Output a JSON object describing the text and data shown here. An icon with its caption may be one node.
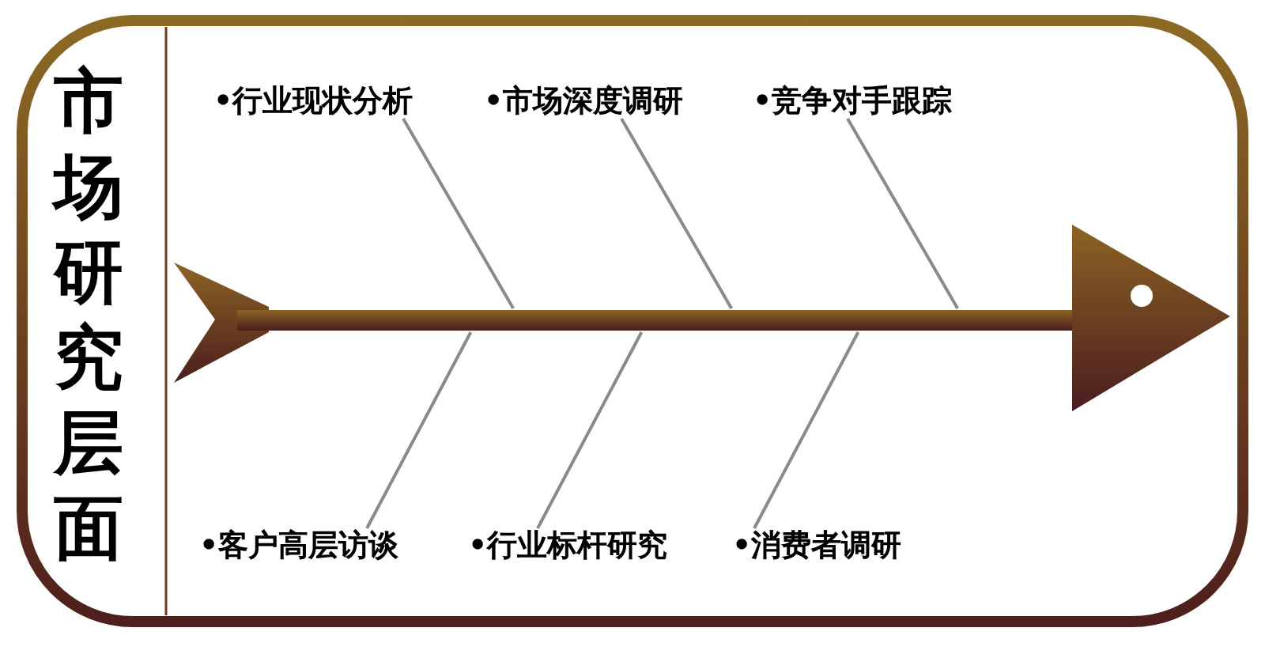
{
  "diagram": {
    "title": "市场研究层面",
    "nodes": [
      {
        "text": [
          "•行业现状分析"
        ]
      },
      {
        "text": [
          "•市场深度调研"
        ]
      },
      {
        "text": [
          "•竞争对手跟踪"
        ]
      },
      {
        "text": [
          "•客户高层访谈"
        ]
      },
      {
        "text": [
          "•行业标杆研究"
        ]
      },
      {
        "text": [
          "•消费者调研"
        ]
      },
      {
        "text": [],
        "shape": "arrow"
      }
    ],
    "edges": [
      {
        "from": 0,
        "to": 6,
        "arrow": "none"
      },
      {
        "from": 1,
        "to": 6,
        "arrow": "none"
      },
      {
        "from": 2,
        "to": 6,
        "arrow": "none"
      },
      {
        "from": 3,
        "to": 6,
        "arrow": "none"
      },
      {
        "from": 4,
        "to": 6,
        "arrow": "none"
      },
      {
        "from": 5,
        "to": 6,
        "arrow": "none"
      }
    ]
  }
}
